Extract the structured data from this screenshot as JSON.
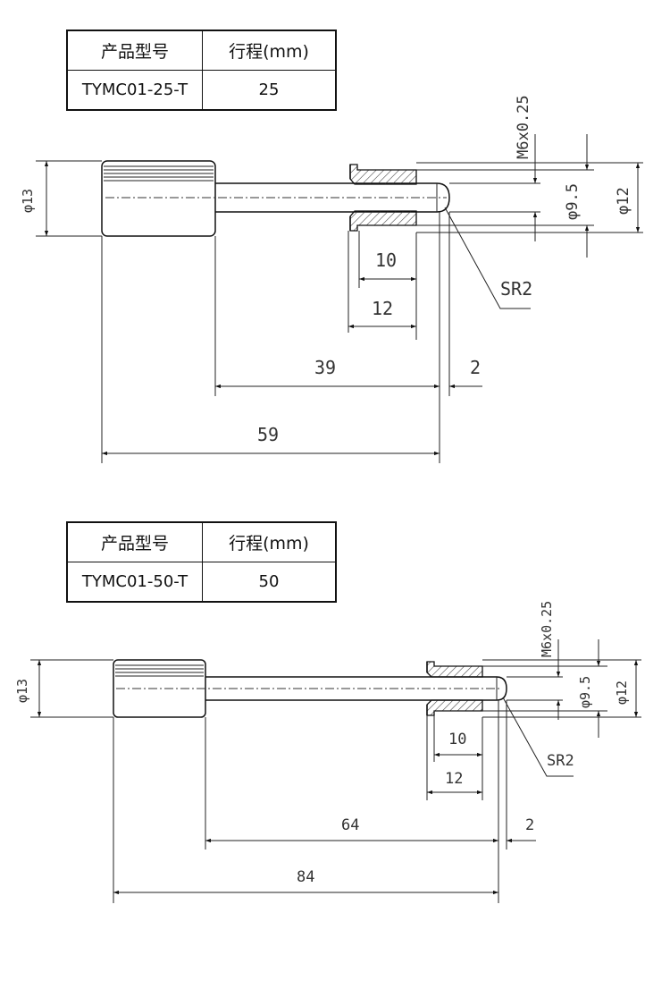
{
  "tables": [
    {
      "header_model": "产品型号",
      "header_stroke": "行程(mm)",
      "model": "TYMC01-25-T",
      "stroke": "25"
    },
    {
      "header_model": "产品型号",
      "header_stroke": "行程(mm)",
      "model": "TYMC01-50-T",
      "stroke": "50"
    }
  ],
  "drawings": [
    {
      "dims": {
        "body_diameter": "φ13",
        "thread": "M6x0.25",
        "bore_diameter": "φ9.5",
        "outer_diameter": "φ12",
        "inner_length": "10",
        "nut_length": "12",
        "tip_radius": "SR2",
        "stroke_length": "39",
        "tip_offset": "2",
        "total_length": "59"
      }
    },
    {
      "dims": {
        "body_diameter": "φ13",
        "thread": "M6x0.25",
        "bore_diameter": "φ9.5",
        "outer_diameter": "φ12",
        "inner_length": "10",
        "nut_length": "12",
        "tip_radius": "SR2",
        "stroke_length": "64",
        "tip_offset": "2",
        "total_length": "84"
      }
    }
  ],
  "colors": {
    "line": "#111111",
    "hatch": "#333333",
    "text": "#333333"
  }
}
